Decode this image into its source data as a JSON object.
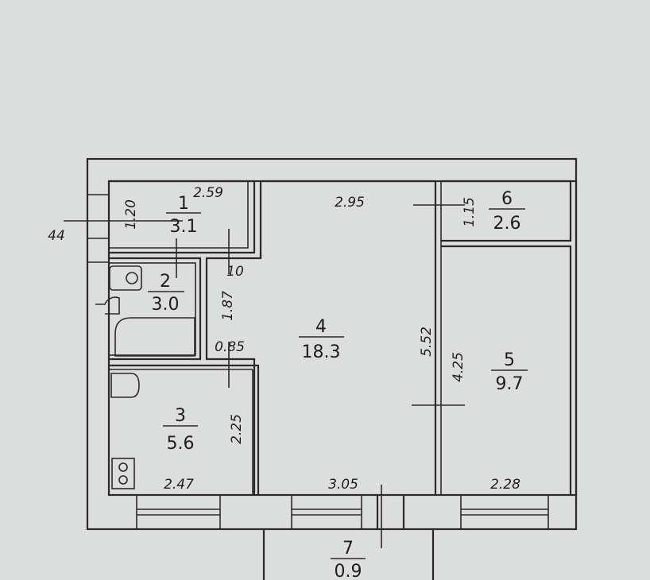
{
  "rooms": [
    {
      "number": "1",
      "area": "3.1"
    },
    {
      "number": "2",
      "area": "3.0"
    },
    {
      "number": "3",
      "area": "5.6"
    },
    {
      "number": "4",
      "area": "18.3"
    },
    {
      "number": "5",
      "area": "9.7"
    },
    {
      "number": "6",
      "area": "2.6"
    },
    {
      "number": "7",
      "area": "0.9"
    }
  ],
  "dimensions": {
    "room1_width": "2.59",
    "room1_height": "1.20",
    "room4_width": "2.95",
    "room6_height": "1.15",
    "corridor_gap": "10",
    "room2_height": "1.87",
    "corridor_width": "0.85",
    "room4_height": "5.52",
    "room5_height": "4.25",
    "room3_height": "2.25",
    "room3_width": "2.47",
    "room4_bottom_width": "3.05",
    "room5_width": "2.28",
    "wall_mark": "44"
  }
}
